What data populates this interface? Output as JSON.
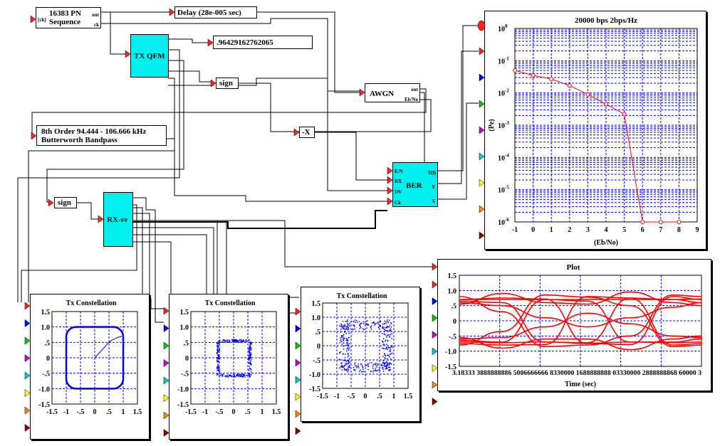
{
  "blocks": {
    "pn": {
      "line1": "16383 PN",
      "line2": "Sequence",
      "ck_in": "[ck]",
      "out": "out",
      "ck": "ck"
    },
    "delay": "Delay (28e-005 sec)",
    "txqfm": "TX QFM",
    "constant": ".96429162762065",
    "sign1": "sign",
    "awgn": {
      "label": "AWGN",
      "out": "out",
      "ebno": "Eb/No"
    },
    "bandpass": {
      "line1": "8th Order 94.444 - 106.666 kHz",
      "line2": "Butterworth Bandpass"
    },
    "neg": "-X",
    "ber": {
      "label": "BER",
      "in1": "E/N",
      "in2": "RX",
      "in3": "DV",
      "in4": "Ck",
      "out1": "T(i)",
      "out2": "Y",
      "out3": "X"
    },
    "sign2": "sign",
    "rxsv": "RX-sv"
  },
  "chart_data": [
    {
      "type": "line",
      "title": "20000 bps  2bps/Hz",
      "xlabel": "(Eb/No)",
      "ylabel": "(Pe)",
      "yscale": "log",
      "xlim": [
        -1,
        9
      ],
      "ylim": [
        1e-06,
        1
      ],
      "xticks": [
        "-1",
        "0",
        "1",
        "2",
        "3",
        "4",
        "5",
        "6",
        "7",
        "8",
        "9"
      ],
      "yticks": [
        {
          "b": "10",
          "e": "0"
        },
        {
          "b": "10",
          "e": "-1"
        },
        {
          "b": "10",
          "e": "-2"
        },
        {
          "b": "10",
          "e": "-3"
        },
        {
          "b": "10",
          "e": "-4"
        },
        {
          "b": "10",
          "e": "-5"
        },
        {
          "b": "10",
          "e": "-6"
        }
      ],
      "grid": true,
      "color": "#ff0000",
      "x": [
        -1,
        0,
        1,
        2,
        3,
        4,
        5,
        6,
        7,
        8
      ],
      "y": [
        0.05,
        0.035,
        0.027,
        0.017,
        0.009,
        0.0045,
        0.0022,
        1e-06,
        1e-06,
        1e-06
      ]
    },
    {
      "type": "line",
      "title": "Plot",
      "xlabel": "Time (sec)",
      "yticks": [
        "1.5",
        "1.0",
        ".5",
        "0",
        "-.5",
        "-1.0",
        "-1.5"
      ],
      "xtick_text": "3.18333 3888888886 5006666666 8330000 1688888888 03330000 2888888868 60000 3",
      "ylim": [
        -1.5,
        1.5
      ],
      "grid": true,
      "color": "#ff0000",
      "note": ""
    },
    {
      "type": "scatter",
      "title": "Tx Constellation",
      "xticks": [
        "-1.5",
        "-1",
        "-.5",
        "0",
        ".5",
        "1",
        "1.5"
      ],
      "yticks": [
        "1.5",
        "1.0",
        ".5",
        "0",
        "-.5",
        "-1.0",
        "-1.5"
      ],
      "xlim": [
        -1.5,
        1.5
      ],
      "ylim": [
        -1.5,
        1.5
      ],
      "grid": true,
      "color": "#0000ff"
    },
    {
      "type": "scatter",
      "title": "Tx Constellation",
      "xticks": [
        "-1.5",
        "-1",
        "-.5",
        "0",
        ".5",
        "1",
        "1.5"
      ],
      "yticks": [
        "1.5",
        "1.0",
        ".5",
        "0",
        "-.5",
        "-1.0",
        "-1.5"
      ],
      "xlim": [
        -1.5,
        1.5
      ],
      "ylim": [
        -1.5,
        1.5
      ],
      "grid": true,
      "color": "#0000ff"
    },
    {
      "type": "scatter",
      "title": "Tx Constellation",
      "xticks": [
        "-1.5",
        "-1",
        "-.5",
        "0",
        ".5",
        "1",
        "1.5"
      ],
      "yticks": [
        "1.5",
        "1.0",
        ".5",
        "0",
        "-.5",
        "-1.0",
        "-1.5"
      ],
      "xlim": [
        -1.5,
        1.5
      ],
      "ylim": [
        -1.5,
        1.5
      ],
      "grid": true,
      "color": "#0000ff"
    }
  ]
}
